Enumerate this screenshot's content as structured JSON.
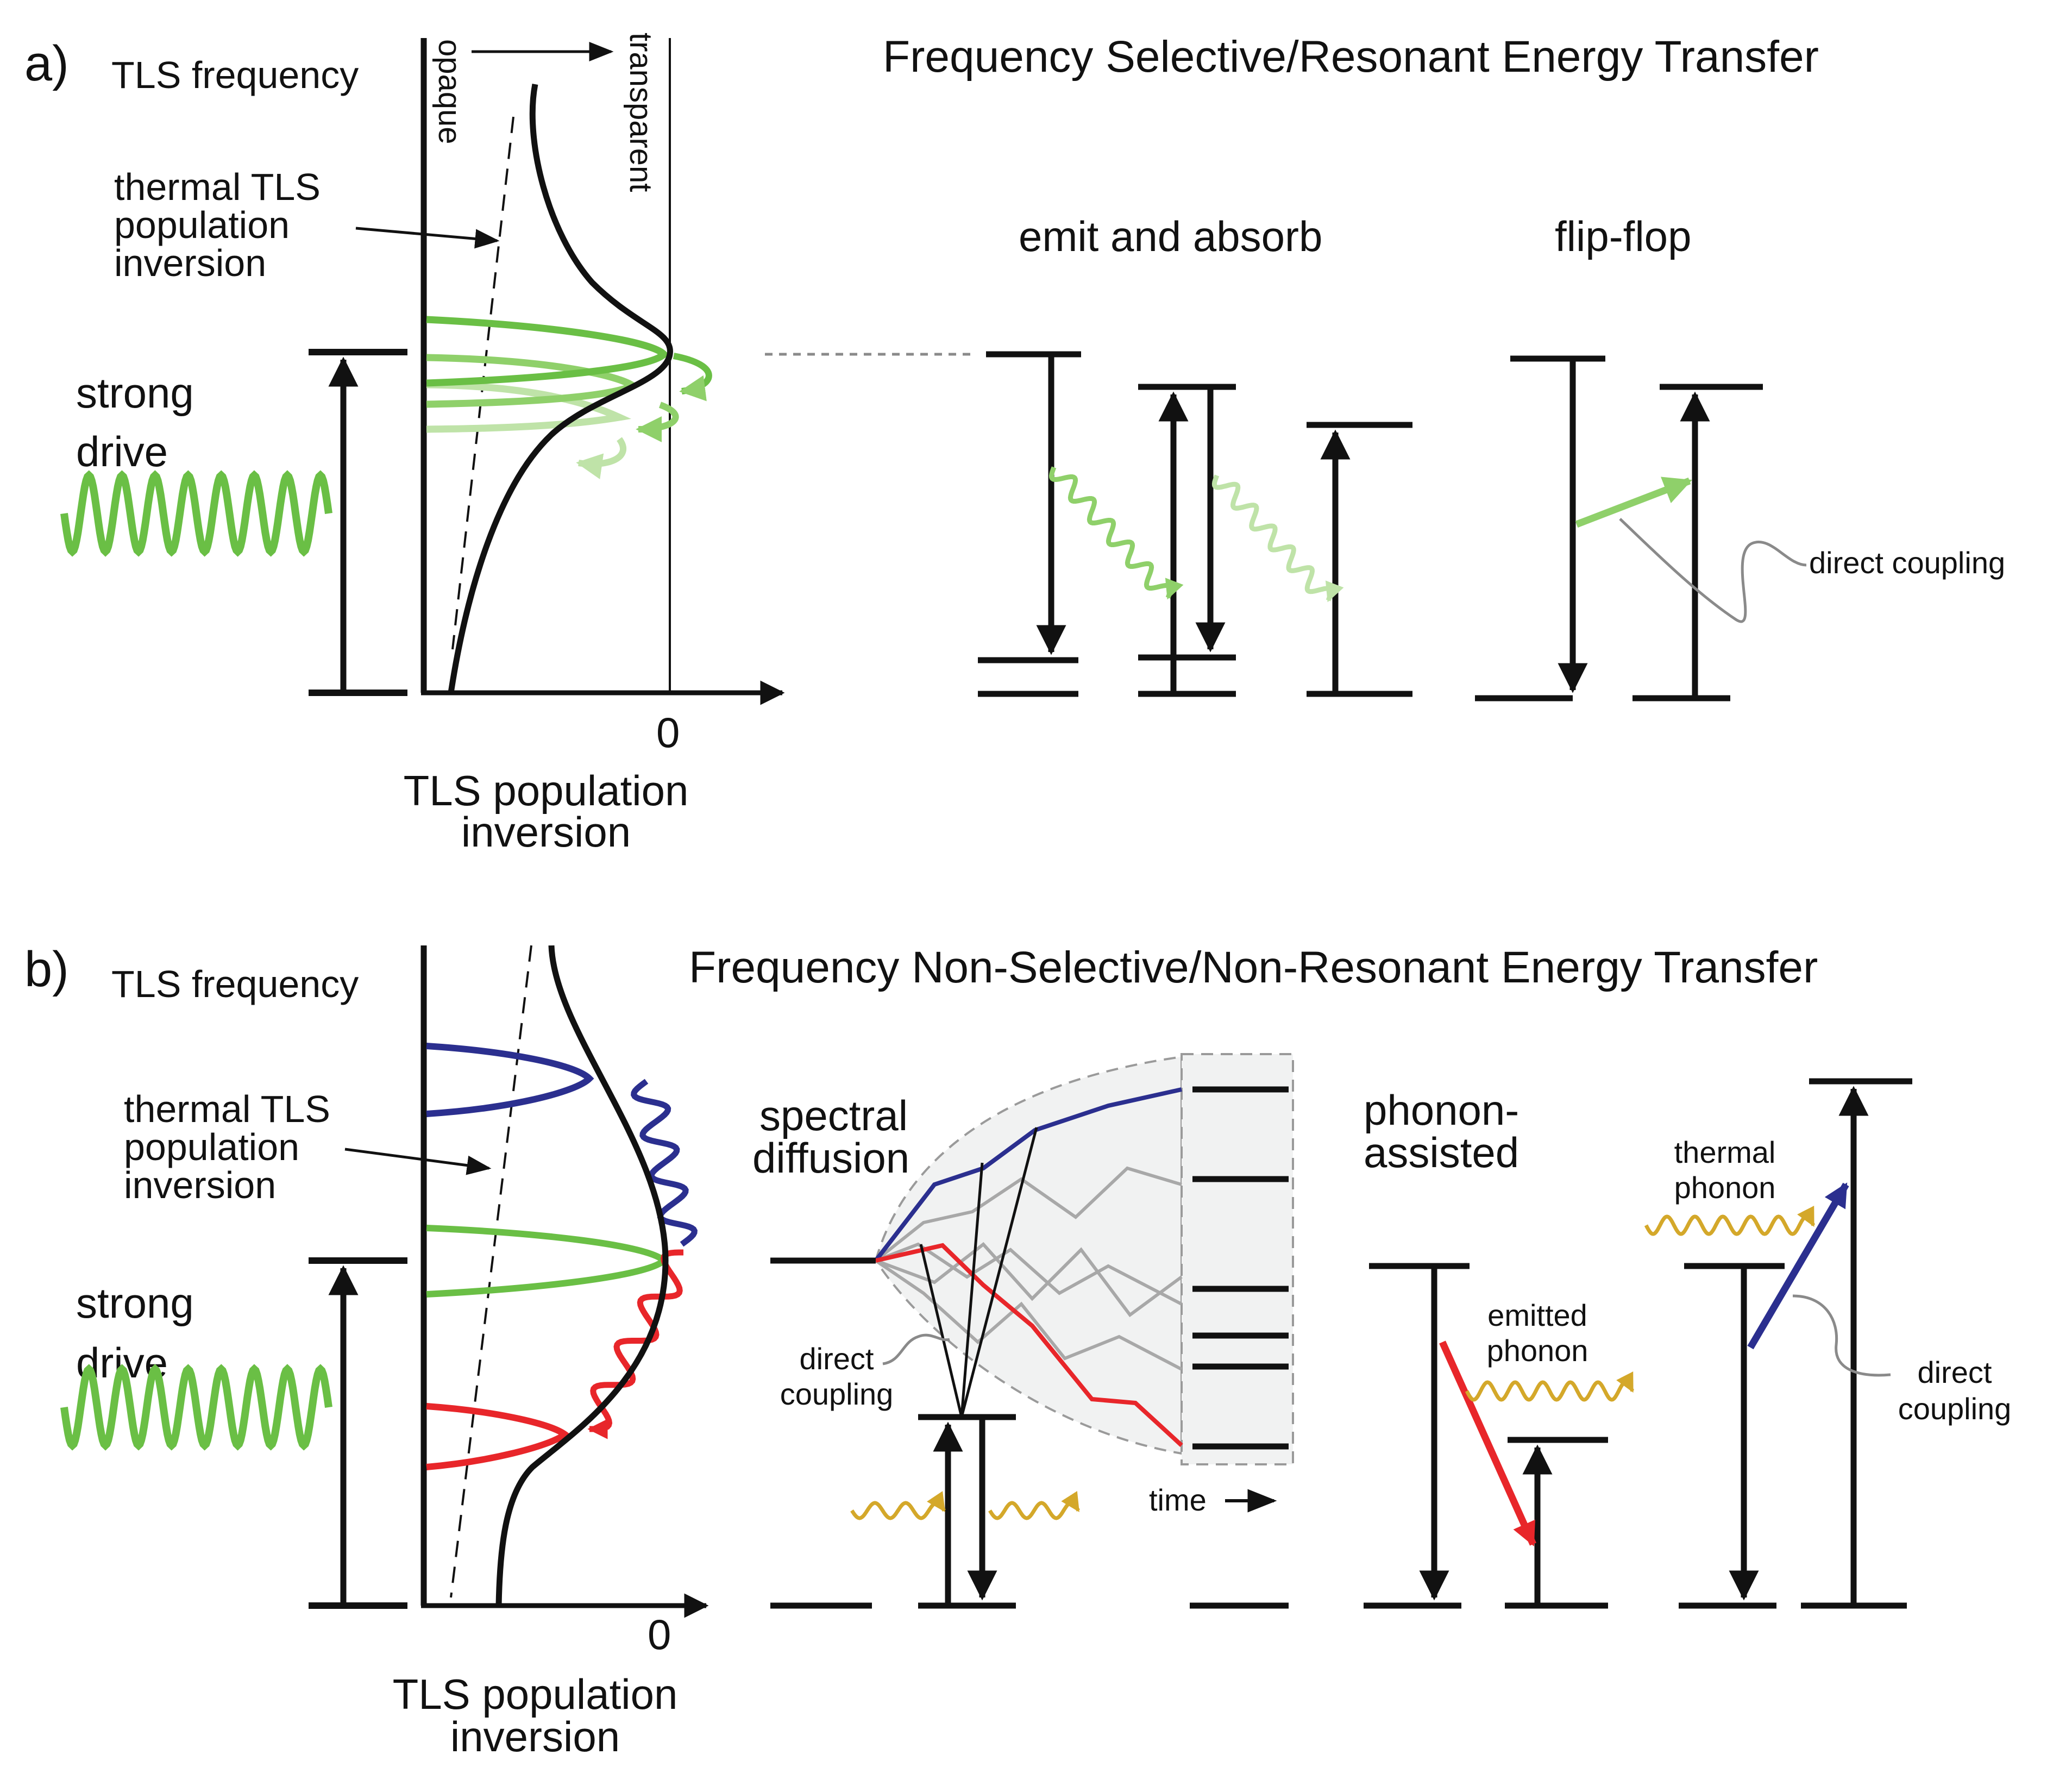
{
  "colors": {
    "black": "#111111",
    "drive_green": "#6abf45",
    "green_mid": "#8fd06a",
    "green_light": "#bfe3a8",
    "blue": "#2b2f8f",
    "red": "#e8262a",
    "gold": "#d4a82a",
    "gray": "#8a8a8a",
    "shade": "#f1f2f2"
  },
  "panel_a": {
    "label": "a)",
    "y_axis": "TLS frequency",
    "top_opaque": "opaque",
    "top_transparent": "transparent",
    "thermal_note": [
      "thermal TLS",
      "population",
      "inversion"
    ],
    "strong_drive": [
      "strong",
      "drive"
    ],
    "zero": "0",
    "x_axis": [
      "TLS population",
      "inversion"
    ],
    "title": "Frequency Selective/Resonant Energy Transfer",
    "mech_1": "emit and absorb",
    "mech_2": "flip-flop",
    "coupling": "direct coupling"
  },
  "panel_b": {
    "label": "b)",
    "y_axis": "TLS frequency",
    "thermal_note": [
      "thermal TLS",
      "population",
      "inversion"
    ],
    "strong_drive": [
      "strong",
      "drive"
    ],
    "zero": "0",
    "x_axis": [
      "TLS population",
      "inversion"
    ],
    "title": "Frequency Non-Selective/Non-Resonant Energy Transfer",
    "spectral": [
      "spectral",
      "diffusion"
    ],
    "coupling_left": [
      "direct",
      "coupling"
    ],
    "time": "time",
    "phonon_assisted": [
      "phonon-",
      "assisted"
    ],
    "emitted": [
      "emitted",
      "phonon"
    ],
    "thermal_phonon": [
      "thermal",
      "phonon"
    ],
    "coupling_right": [
      "direct",
      "coupling"
    ]
  }
}
